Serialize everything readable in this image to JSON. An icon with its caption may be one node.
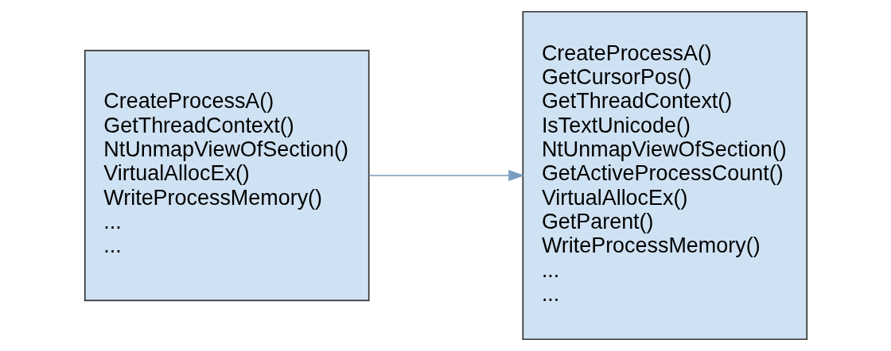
{
  "diagram": {
    "nodes": [
      {
        "text": [
          "CreateProcessA()",
          "GetThreadContext()",
          "NtUnmapViewOfSection()",
          "VirtualAllocEx()",
          "WriteProcessMemory()",
          "...",
          "..."
        ]
      },
      {
        "text": [
          "CreateProcessA()",
          "GetCursorPos()",
          "GetThreadContext()",
          "IsTextUnicode()",
          "NtUnmapViewOfSection()",
          "GetActiveProcessCount()",
          "VirtualAllocEx()",
          "GetParent()",
          "WriteProcessMemory()",
          "...",
          "..."
        ]
      }
    ],
    "edges": [
      {
        "from": 0,
        "to": 1,
        "arrow": "to"
      }
    ]
  }
}
